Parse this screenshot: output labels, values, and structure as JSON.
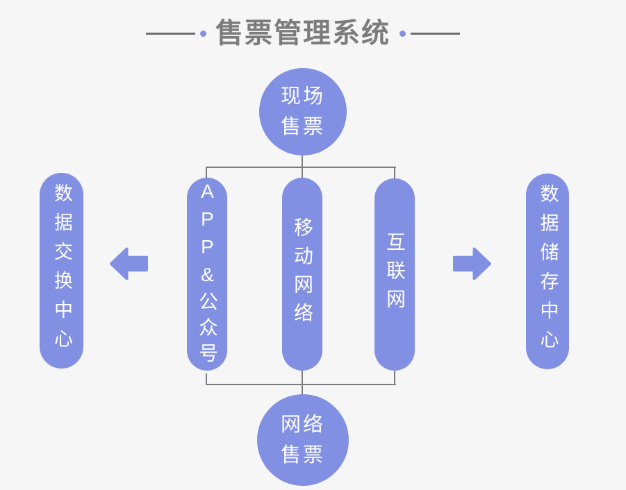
{
  "title": {
    "text": "售票管理系统"
  },
  "colors": {
    "background": "#f5f6f5",
    "shape": "#8290e3",
    "shape_text": "#ffffff",
    "title_text": "#7c7c7c",
    "title_divider": "#6e6e6e",
    "connector": "#7d7d7d",
    "accent_dot": "#8290e3"
  },
  "nodes": {
    "top_circle": {
      "line1": "现场",
      "line2": "售票"
    },
    "bottom_circle": {
      "line1": "网络",
      "line2": "售票"
    },
    "pills": [
      {
        "label": "APP&公众号"
      },
      {
        "label": "移动网络"
      },
      {
        "label": "互联网"
      }
    ],
    "left_center": {
      "label": "数据交换中心"
    },
    "right_center": {
      "label": "数据储存中心"
    }
  },
  "icons": {
    "left": "arrow-left-icon",
    "right": "arrow-right-icon"
  }
}
